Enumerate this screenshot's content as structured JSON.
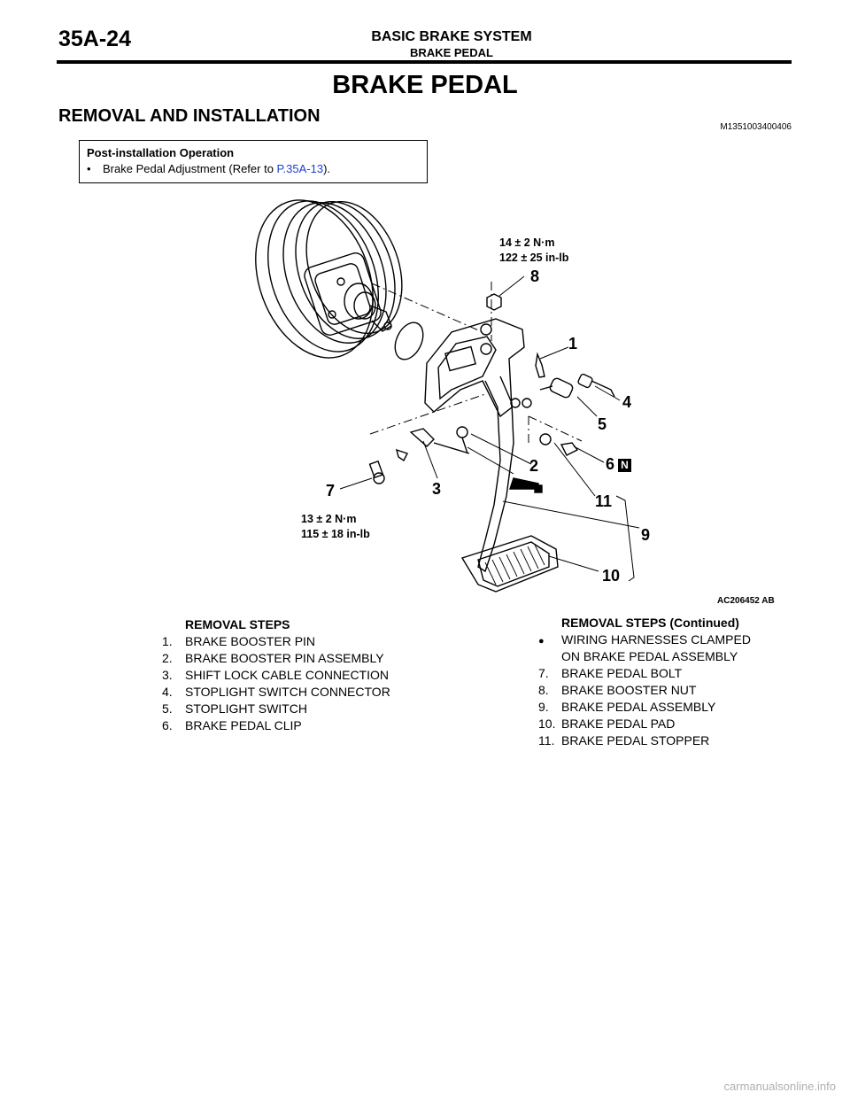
{
  "header": {
    "page_code": "35A-24",
    "system": "BASIC BRAKE SYSTEM",
    "subsystem": "BRAKE PEDAL"
  },
  "title": "BRAKE PEDAL",
  "section": {
    "heading": "REMOVAL AND INSTALLATION",
    "ref_code": "M1351003400406"
  },
  "post_install": {
    "title": "Post-installation Operation",
    "item_prefix": "Brake Pedal Adjustment (Refer to ",
    "item_link": "P.35A-13",
    "item_suffix": ")."
  },
  "diagram": {
    "figure_id": "AC206452 AB",
    "torque_upper": [
      "14 ± 2 N·m",
      "122 ± 25 in-lb"
    ],
    "torque_lower": [
      "13 ± 2 N·m",
      "115 ± 18 in-lb"
    ],
    "callouts": [
      "1",
      "2",
      "3",
      "4",
      "5",
      "6",
      "7",
      "8",
      "9",
      "10",
      "11"
    ],
    "n_badge": "N"
  },
  "removal_steps": {
    "heading": "REMOVAL STEPS",
    "items": [
      {
        "num": "1.",
        "text": "BRAKE BOOSTER PIN"
      },
      {
        "num": "2.",
        "text": "BRAKE BOOSTER PIN ASSEMBLY"
      },
      {
        "num": "3.",
        "text": "SHIFT LOCK CABLE CONNECTION"
      },
      {
        "num": "4.",
        "text": "STOPLIGHT SWITCH CONNECTOR"
      },
      {
        "num": "5.",
        "text": "STOPLIGHT SWITCH"
      },
      {
        "num": "6.",
        "text": "BRAKE PEDAL CLIP"
      }
    ]
  },
  "removal_steps_continued": {
    "heading": "REMOVAL STEPS (Continued)",
    "bullet": "WIRING HARNESSES CLAMPED",
    "bullet_cont": "ON BRAKE PEDAL ASSEMBLY",
    "items": [
      {
        "num": "7.",
        "text": "BRAKE PEDAL BOLT"
      },
      {
        "num": "8.",
        "text": "BRAKE BOOSTER NUT"
      },
      {
        "num": "9.",
        "text": "BRAKE PEDAL ASSEMBLY"
      },
      {
        "num": "10.",
        "text": "BRAKE PEDAL PAD"
      },
      {
        "num": "11.",
        "text": "BRAKE PEDAL STOPPER"
      }
    ]
  },
  "footer": "carmanualsonline.info"
}
